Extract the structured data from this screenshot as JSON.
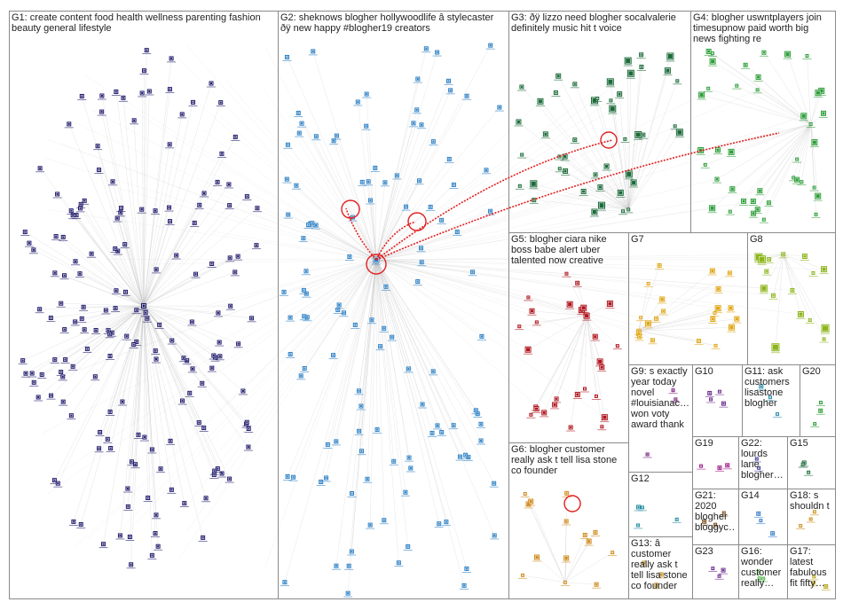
{
  "colors": {
    "g1": "#1f1a6b",
    "g2": "#2b7fc4",
    "g3": "#1c6b3a",
    "g4": "#2e9e3a",
    "g5": "#b0151d",
    "g6": "#d08a1e",
    "g7": "#e0a514",
    "g8": "#8db51c",
    "g9": "#7a1a7a",
    "g10": "#6c2b8e",
    "g11": "#2d8fa8",
    "g12": "#1f8ca0",
    "g13": "#c08a20",
    "g14": "#3a7ec8",
    "g15": "#1c6b3a",
    "g16": "#4bb040",
    "g17": "#b8a31a",
    "g18": "#d09020",
    "g19": "#a0198a",
    "g20": "#2e9e3a",
    "g21": "#7a4a1a",
    "g22": "#3a3a9e",
    "g23": "#6c2b8e",
    "edge": "#bdbdbd",
    "highlight_edge": "#e21f1f"
  },
  "groups": [
    {
      "id": "g1",
      "label": "G1: create content food health wellness parenting fashion beauty general lifestyle"
    },
    {
      "id": "g2",
      "label": "G2: sheknows blogher hollywoodlife â stylecaster ðÿ new happy #blogher19 creators"
    },
    {
      "id": "g3",
      "label": "G3: ðÿ lizzo need blogher socalvalerie definitely music hit t voice"
    },
    {
      "id": "g4",
      "label": "G4: blogher uswntplayers join timesupnow paid worth big news fighting re"
    },
    {
      "id": "g5",
      "label": "G5: blogher ciara nike boss babe alert uber talented now creative"
    },
    {
      "id": "g6",
      "label": "G6: blogher customer really ask t tell lisa stone co founder"
    },
    {
      "id": "g7",
      "label": "G7"
    },
    {
      "id": "g8",
      "label": "G8"
    },
    {
      "id": "g9",
      "label": "G9: s exactly year today novel #louisianac… won voty award thank"
    },
    {
      "id": "g10",
      "label": "G10"
    },
    {
      "id": "g11",
      "label": "G11: ask customers lisastone blogher"
    },
    {
      "id": "g20",
      "label": "G20"
    },
    {
      "id": "g12",
      "label": "G12"
    },
    {
      "id": "g19",
      "label": "G19"
    },
    {
      "id": "g22",
      "label": "G22: lourds lane blogher…"
    },
    {
      "id": "g15",
      "label": "G15"
    },
    {
      "id": "g21",
      "label": "G21: 2020 blogher bloggyc…"
    },
    {
      "id": "g14",
      "label": "G14"
    },
    {
      "id": "g18",
      "label": "G18: s shouldn t"
    },
    {
      "id": "g13",
      "label": "G13: â customer really ask t tell lisa stone co founder"
    },
    {
      "id": "g23",
      "label": "G23"
    },
    {
      "id": "g16",
      "label": "G16: wonder customer really…"
    },
    {
      "id": "g17",
      "label": "G17: latest fabulous fit fifty…"
    }
  ]
}
